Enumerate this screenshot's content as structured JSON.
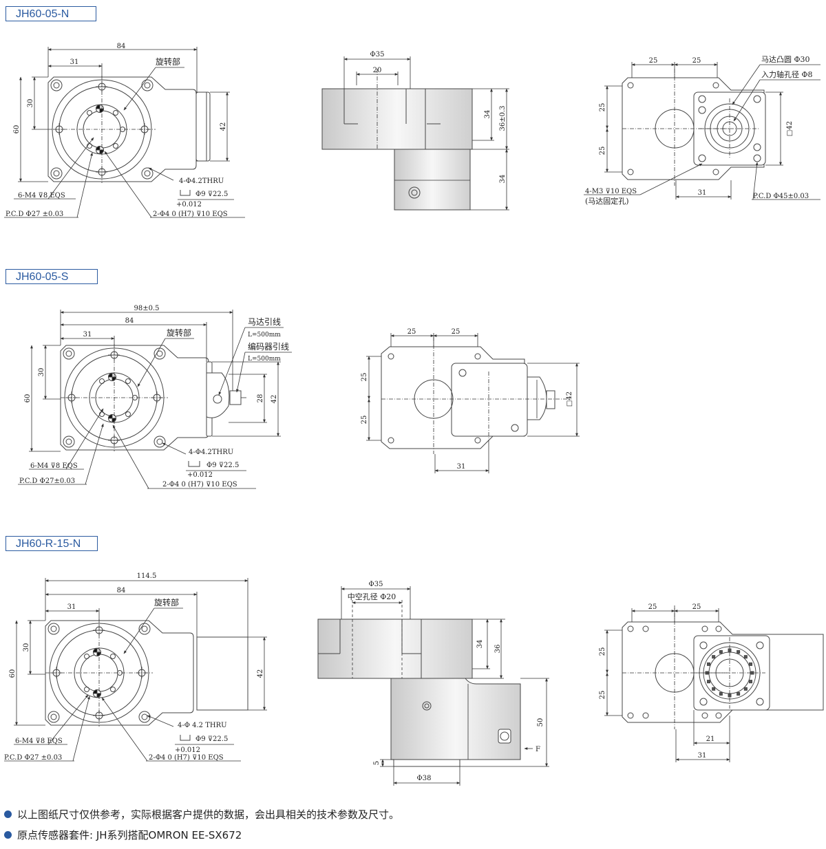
{
  "sections": [
    {
      "title": "JH60-05-N",
      "front": {
        "dims": [
          "84",
          "31",
          "30",
          "60",
          "42"
        ],
        "labels": {
          "rotary": "旋转部",
          "thru": "4-Φ4.2THRU",
          "cbore": "Φ9  ⊽22.5",
          "tol": "+0.012",
          "m4": "6-M4  ⊽8 EQS",
          "pcd": "P.C.D  Φ27 ±0.03",
          "pin": "2-Φ4  0  (H7)  ⊽10 EQS"
        }
      },
      "side": {
        "dims": [
          "Φ35",
          "20",
          "34",
          "36±0.3",
          "34"
        ]
      },
      "back": {
        "dims": [
          "25",
          "25",
          "25",
          "25",
          "□42",
          "31"
        ],
        "labels": {
          "boss": "马达凸圆  Φ30",
          "shaft": "入力轴孔径  Φ8",
          "m3": "4-M3   ⊽10 EQS",
          "mfix": "(马达固定孔)",
          "pcd": "P.C.D  Φ45±0.03"
        }
      }
    },
    {
      "title": "JH60-05-S",
      "front": {
        "dims": [
          "98±0.5",
          "84",
          "31",
          "30",
          "60",
          "28",
          "42"
        ],
        "labels": {
          "rotary": "旋转部",
          "motor_lead": "马达引线",
          "motor_len": "L=500mm",
          "enc_lead": "编码器引线",
          "enc_len": "L=500mm",
          "thru": "4-Φ4.2THRU",
          "cbore": "Φ9  ⊽22.5",
          "tol": "+0.012",
          "m4": "6-M4  ⊽8 EQS",
          "pcd": "P.C.D  Φ27±0.03",
          "pin": "2-Φ4  0  (H7)  ⊽10 EQS"
        }
      },
      "back": {
        "dims": [
          "25",
          "25",
          "25",
          "25",
          "□42",
          "31"
        ]
      }
    },
    {
      "title": "JH60-R-15-N",
      "front": {
        "dims": [
          "114.5",
          "84",
          "31",
          "30",
          "60",
          "42"
        ],
        "labels": {
          "rotary": "旋转部",
          "thru": "4-Φ 4.2 THRU",
          "cbore": "Φ9  ⊽22.5",
          "tol": "+0.012",
          "m4": "6-M4  ⊽8 EQS",
          "pcd": "P.C.D  Φ27 ±0.03",
          "pin": "2-Φ4  0  (H7)  ⊽10 EQS"
        }
      },
      "side": {
        "dims": [
          "Φ35",
          "中空孔径 Φ20",
          "34",
          "36",
          "50",
          "F",
          "5",
          "Φ38"
        ]
      },
      "back": {
        "dims": [
          "25",
          "25",
          "25",
          "25",
          "21",
          "31"
        ]
      }
    }
  ],
  "notes": [
    "以上图纸尺寸仅供参考，实际根据客户提供的数据，会出具相关的技术参数及尺寸。",
    "原点传感器套件:   JH系列搭配OMRON EE-SX672"
  ]
}
